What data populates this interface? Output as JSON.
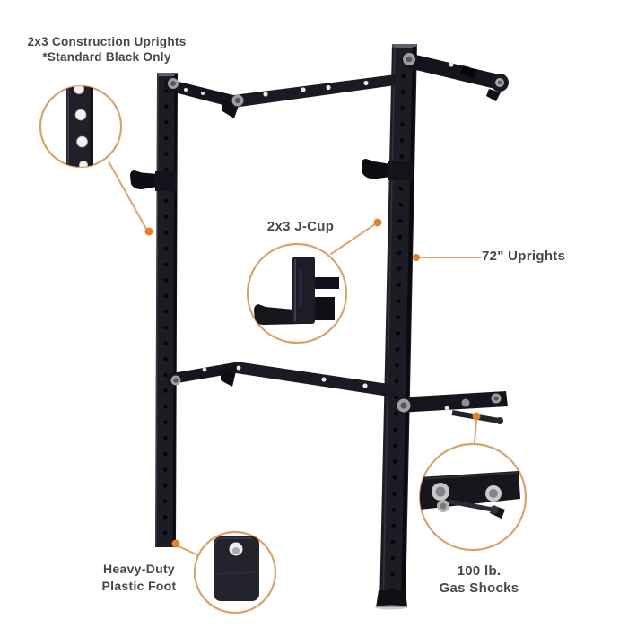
{
  "diagram": {
    "product": "folding wall-mounted squat rack",
    "callouts": {
      "construction_uprights": {
        "line1": "2x3 Construction Uprights",
        "line2": "*Standard Black Only"
      },
      "j_cup": {
        "label": "2x3 J-Cup"
      },
      "uprights_length": {
        "label": "72\" Uprights"
      },
      "plastic_foot": {
        "line1": "Heavy-Duty",
        "line2": "Plastic Foot"
      },
      "gas_shocks": {
        "line1": "100 lb.",
        "line2": "Gas Shocks"
      }
    }
  },
  "colors": {
    "callout_ring": "#d9a26b",
    "leader_line": "#e2a368",
    "leader_dot": "#e5812d",
    "rack_body": "#1c1c25",
    "label_text": "#474747",
    "background": "#ffffff"
  }
}
